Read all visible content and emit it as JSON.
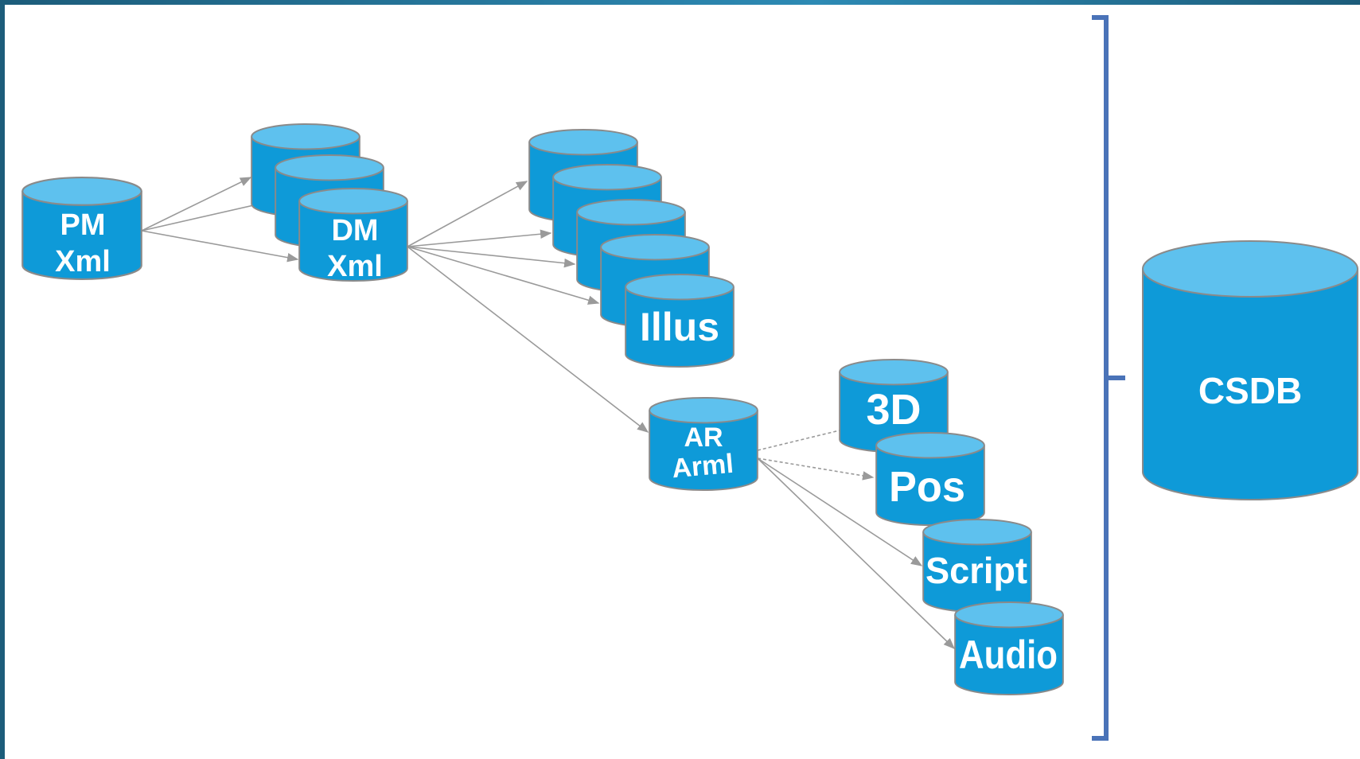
{
  "nodes": {
    "pm": {
      "line1": "PM",
      "line2": "Xml"
    },
    "dm": {
      "line1": "DM",
      "line2": "Xml"
    },
    "illus": {
      "label": "Illus"
    },
    "ar": {
      "line1": "AR",
      "line2": "Arml"
    },
    "three_d": {
      "label": "3D"
    },
    "pos": {
      "label": "Pos"
    },
    "script": {
      "label": "Script"
    },
    "audio": {
      "label": "Audio"
    },
    "csdb": {
      "label": "CSDB"
    }
  },
  "colors": {
    "cylinder_body": "#0e9ad8",
    "cylinder_top": "#5ec1ee",
    "cylinder_stroke": "#8a8a8a",
    "arrow": "#9a9a9a",
    "brace": "#4a73b8",
    "frame": "#1c5c7a"
  }
}
